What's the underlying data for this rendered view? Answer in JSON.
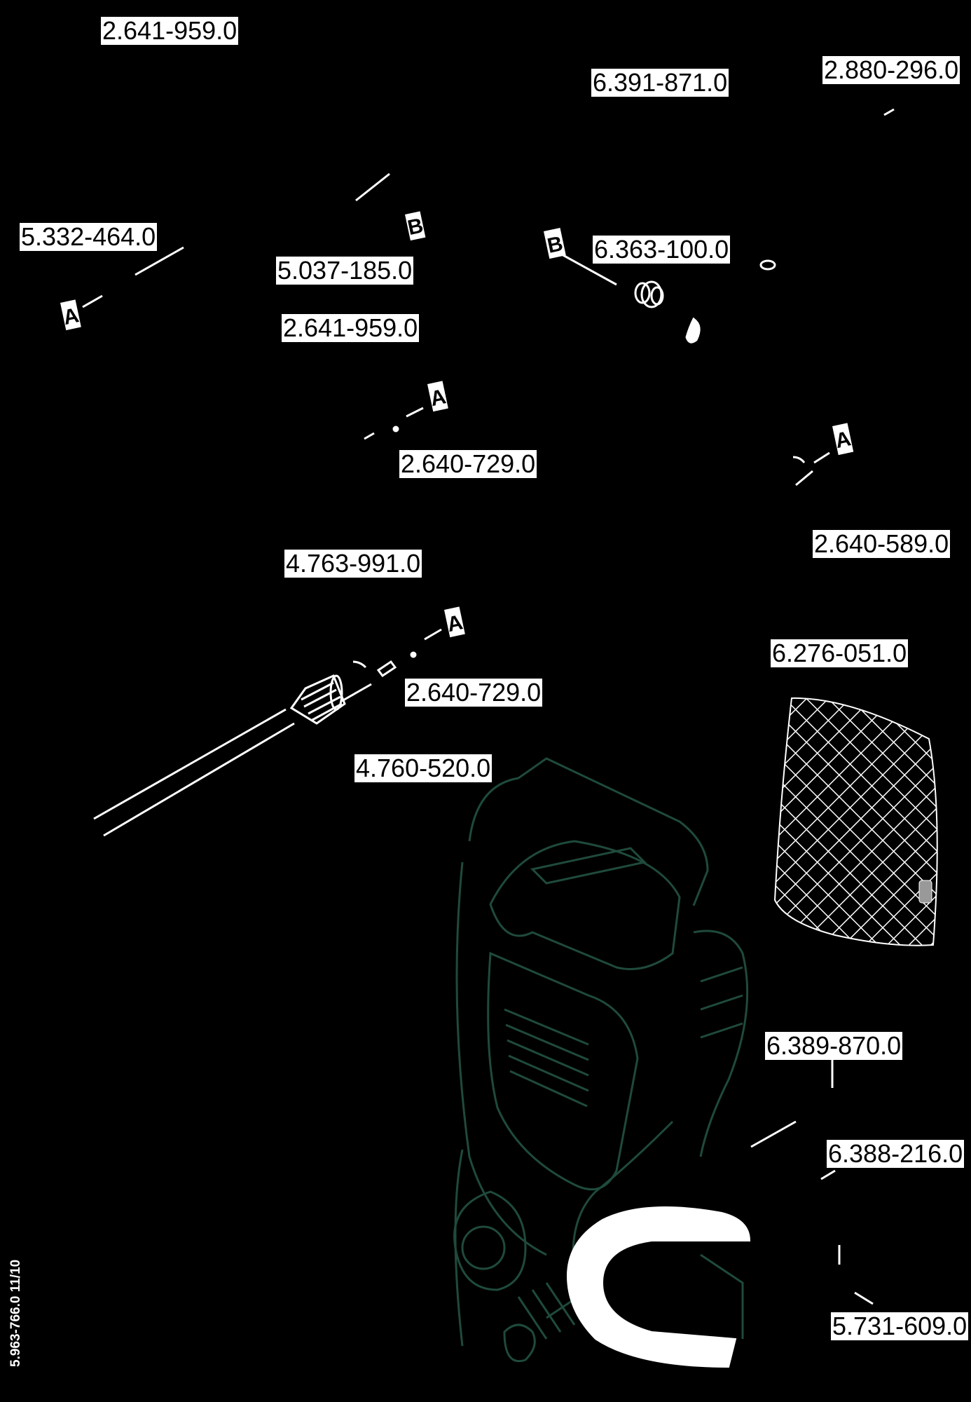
{
  "callouts": [
    {
      "id": "c01",
      "text": "2.641-959.0"
    },
    {
      "id": "c02",
      "text": "6.391-871.0"
    },
    {
      "id": "c03",
      "text": "2.880-296.0"
    },
    {
      "id": "c04",
      "text": "5.332-464.0"
    },
    {
      "id": "c05",
      "text": "5.037-185.0"
    },
    {
      "id": "c06",
      "text": "6.363-100.0"
    },
    {
      "id": "c07",
      "text": "2.641-959.0"
    },
    {
      "id": "c08",
      "text": "2.640-729.0"
    },
    {
      "id": "c09",
      "text": "2.640-589.0"
    },
    {
      "id": "c10",
      "text": "4.763-991.0"
    },
    {
      "id": "c11",
      "text": "6.276-051.0"
    },
    {
      "id": "c12",
      "text": "2.640-729.0"
    },
    {
      "id": "c13",
      "text": "4.760-520.0"
    },
    {
      "id": "c14",
      "text": "6.389-870.0"
    },
    {
      "id": "c15",
      "text": "6.388-216.0"
    },
    {
      "id": "c16",
      "text": "5.731-609.0"
    }
  ],
  "markers": [
    {
      "id": "m1",
      "letter": "B"
    },
    {
      "id": "m2",
      "letter": "B"
    },
    {
      "id": "m3",
      "letter": "A"
    },
    {
      "id": "m4",
      "letter": "A"
    },
    {
      "id": "m5",
      "letter": "A"
    },
    {
      "id": "m6",
      "letter": "A"
    }
  ],
  "footer": {
    "doc_code": "5.963-766.0  11/10"
  },
  "colors": {
    "background": "#000000",
    "label_bg": "#ffffff",
    "line": "#ffffff",
    "housing_line": "#1f4a3c"
  }
}
